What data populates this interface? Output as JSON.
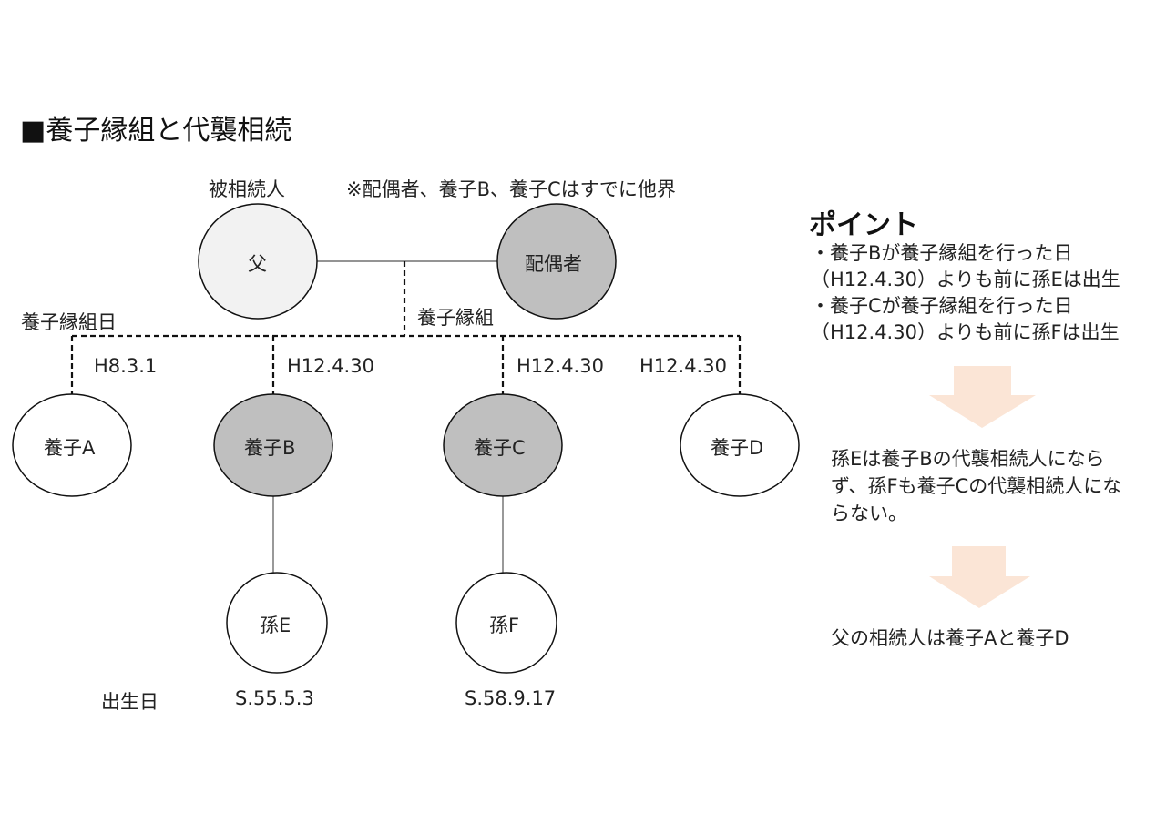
{
  "title": "■養子縁組と代襲相続",
  "labels": {
    "decedent": "被相続人",
    "note": "※配偶者、養子B、養子Cはすでに他界",
    "adoption_date": "養子縁組日",
    "adoption": "養子縁組",
    "birth_date": "出生日"
  },
  "nodes": {
    "father": "父",
    "spouse": "配偶者",
    "child_a": "養子A",
    "child_b": "養子B",
    "child_c": "養子C",
    "child_d": "養子D",
    "grandchild_e": "孫E",
    "grandchild_f": "孫F"
  },
  "dates": {
    "a": "H8.3.1",
    "b": "H12.4.30",
    "c": "H12.4.30",
    "d": "H12.4.30",
    "e_birth": "S.55.5.3",
    "f_birth": "S.58.9.17"
  },
  "point": {
    "title": "ポイント",
    "line1": "・養子Bが養子縁組を行った日",
    "line2": "（H12.4.30）よりも前に孫Eは出生",
    "line3": "・養子Cが養子縁組を行った日",
    "line4": "（H12.4.30）よりも前に孫Fは出生"
  },
  "conclusions": {
    "first": "孫Eは養子Bの代襲相続人にならず、孫Fも養子Cの代襲相続人にならない。",
    "second": "父の相続人は養子Aと養子D"
  },
  "colors": {
    "father_fill": "#f2f2f2",
    "deceased_fill": "#bfbfbf",
    "living_fill": "#ffffff",
    "arrow_fill": "#fbe5d6",
    "line": "#000000"
  }
}
